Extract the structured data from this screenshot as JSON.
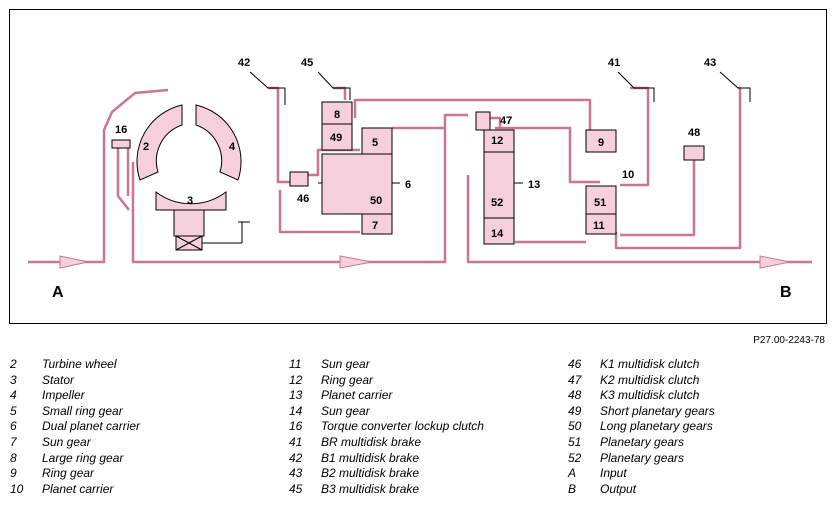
{
  "diagram": {
    "components": {
      "c2": "2",
      "c3": "3",
      "c4": "4",
      "c5": "5",
      "c6": "6",
      "c7": "7",
      "c8": "8",
      "c9": "9",
      "c10": "10",
      "c11": "11",
      "c12": "12",
      "c13": "13",
      "c14": "14",
      "c16": "16",
      "c41": "41",
      "c42": "42",
      "c43": "43",
      "c45": "45",
      "c46": "46",
      "c47": "47",
      "c48": "48",
      "c49": "49",
      "c50": "50",
      "c51": "51",
      "c52": "52"
    },
    "input_label": "A",
    "output_label": "B",
    "colors": {
      "fill": "#f6cfdd",
      "line": "#c8778f",
      "stroke": "#000000"
    }
  },
  "reference": "P27.00-2243-78",
  "legend": {
    "col1": [
      {
        "num": "2",
        "text": "Turbine wheel"
      },
      {
        "num": "3",
        "text": "Stator"
      },
      {
        "num": "4",
        "text": "Impeller"
      },
      {
        "num": "5",
        "text": "Small ring gear"
      },
      {
        "num": "6",
        "text": "Dual planet carrier"
      },
      {
        "num": "7",
        "text": "Sun gear"
      },
      {
        "num": "8",
        "text": "Large ring gear"
      },
      {
        "num": "9",
        "text": "Ring gear"
      },
      {
        "num": "10",
        "text": "Planet carrier"
      }
    ],
    "col2": [
      {
        "num": "11",
        "text": "Sun gear"
      },
      {
        "num": "12",
        "text": "Ring gear"
      },
      {
        "num": "13",
        "text": "Planet carrier"
      },
      {
        "num": "14",
        "text": "Sun gear"
      },
      {
        "num": "16",
        "text": "Torque converter lockup clutch"
      },
      {
        "num": "41",
        "text": "BR multidisk brake"
      },
      {
        "num": "42",
        "text": "B1 multidisk brake"
      },
      {
        "num": "43",
        "text": "B2 multidisk brake"
      },
      {
        "num": "45",
        "text": "B3 multidisk brake"
      }
    ],
    "col3": [
      {
        "num": "46",
        "text": "K1 multidisk clutch"
      },
      {
        "num": "47",
        "text": "K2 multidisk clutch"
      },
      {
        "num": "48",
        "text": "K3 multidisk clutch"
      },
      {
        "num": "49",
        "text": "Short planetary gears"
      },
      {
        "num": "50",
        "text": "Long planetary gears"
      },
      {
        "num": "51",
        "text": "Planetary gears"
      },
      {
        "num": "52",
        "text": "Planetary gears"
      },
      {
        "num": "A",
        "text": "Input"
      },
      {
        "num": "B",
        "text": "Output"
      }
    ]
  }
}
